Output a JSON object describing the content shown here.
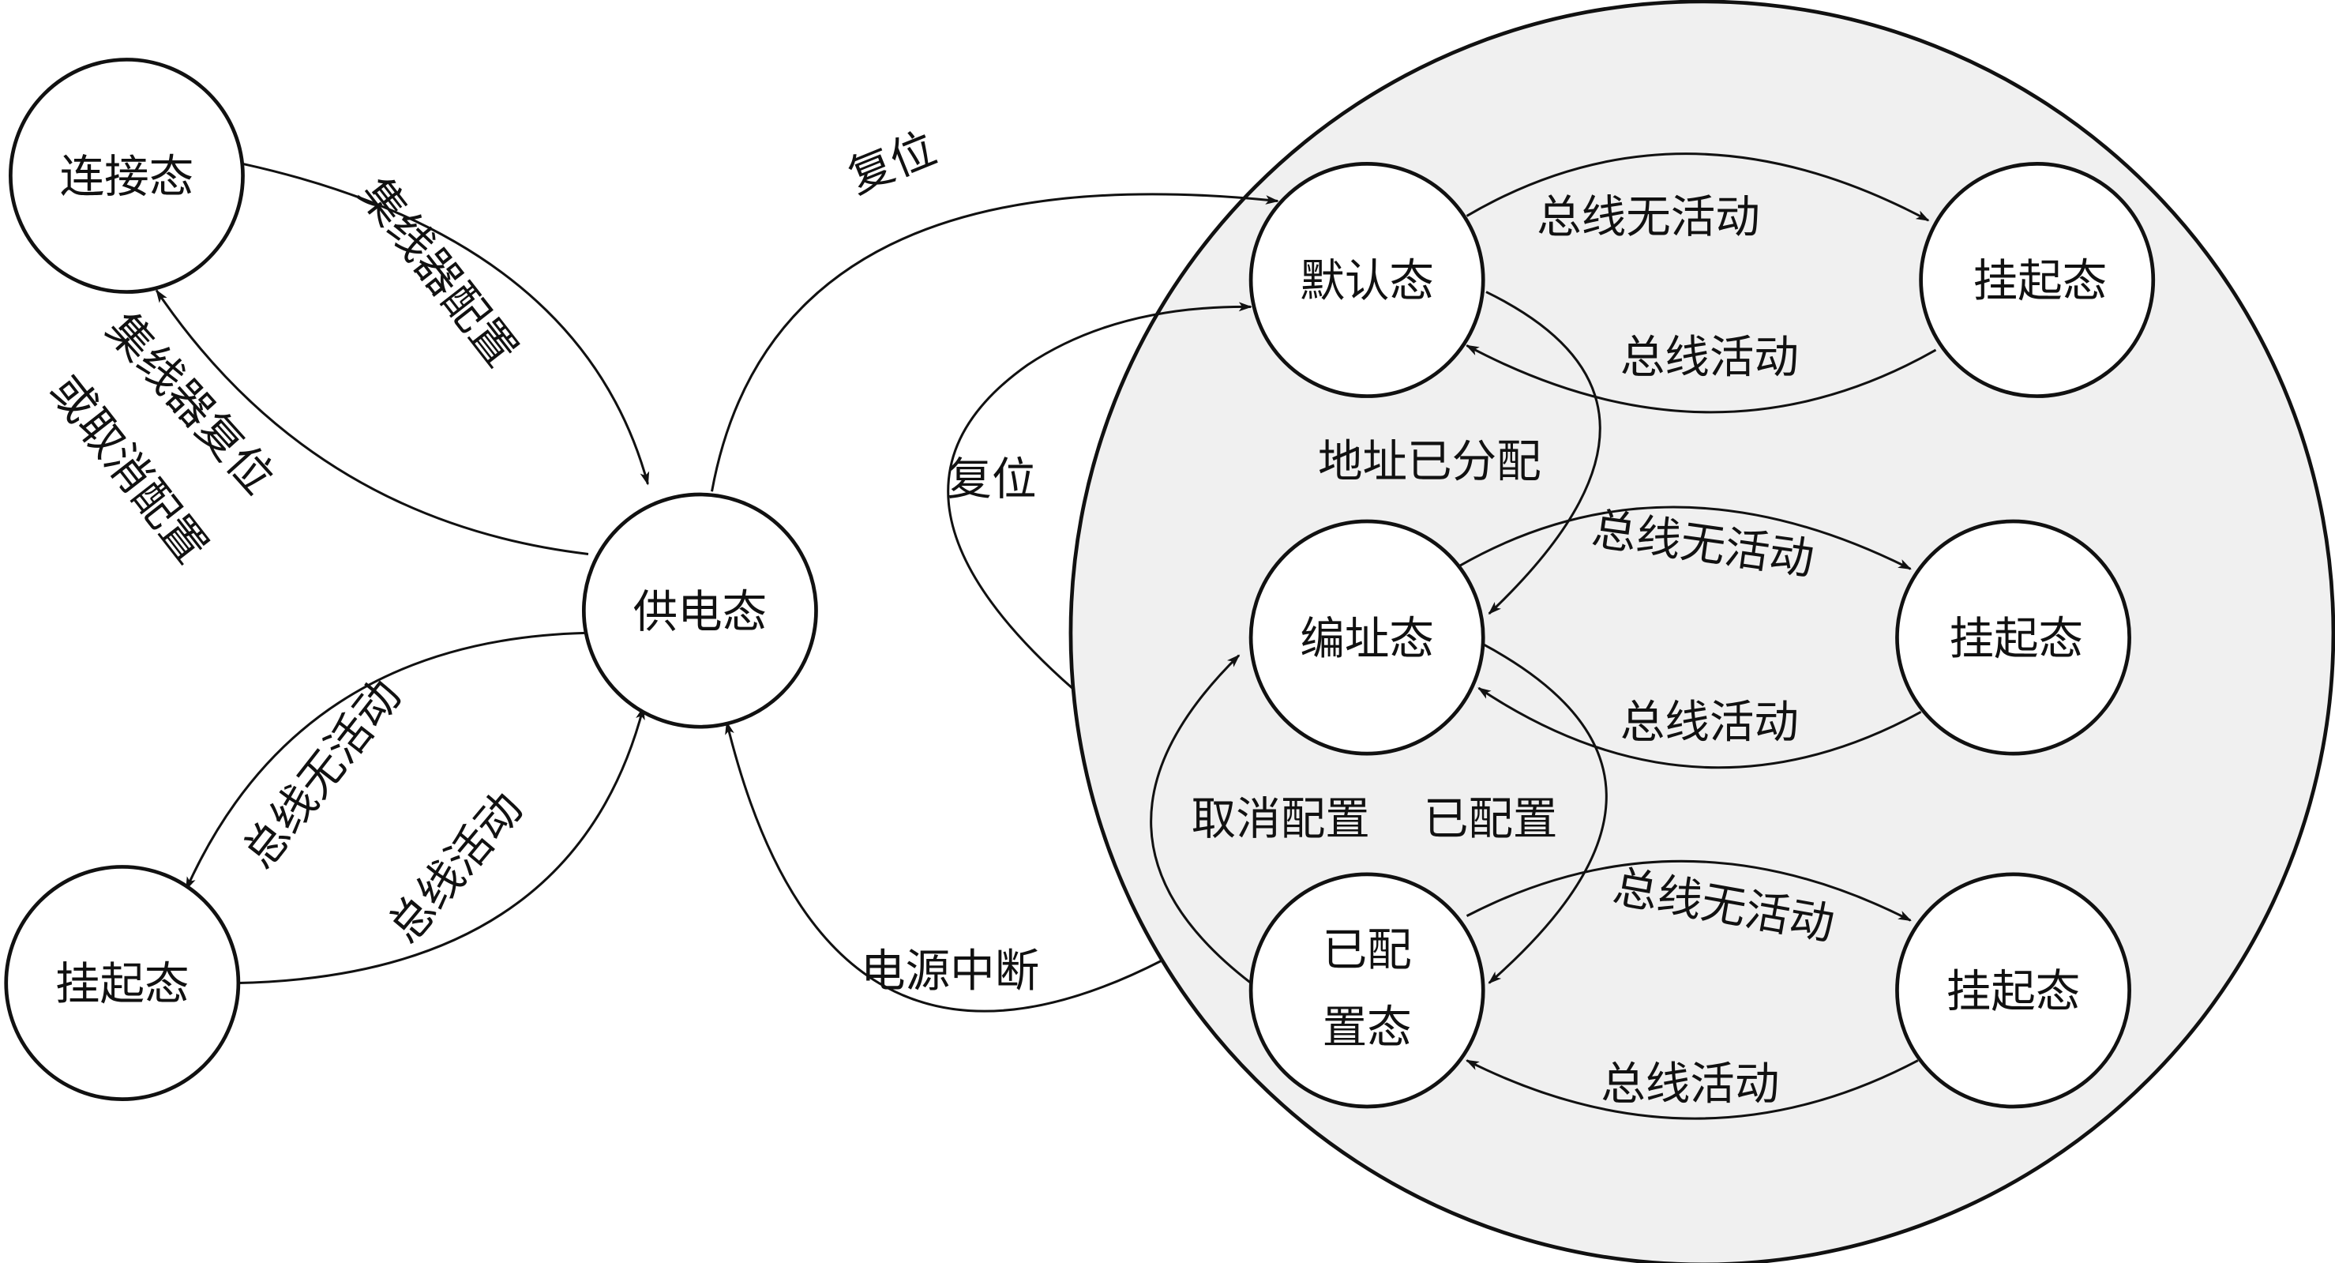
{
  "states": {
    "connected": "连接态",
    "powered": "供电态",
    "suspended_left": "挂起态",
    "default": "默认态",
    "suspended_default": "挂起态",
    "address": "编址态",
    "suspended_address": "挂起态",
    "configured_line1": "已配",
    "configured_line2": "置态",
    "suspended_configured": "挂起态"
  },
  "transitions": {
    "hub_configured": "集线器配置",
    "hub_reset_line1": "集线器复位",
    "hub_reset_line2": "或取消配置",
    "bus_inactive_left": "总线无活动",
    "bus_active_left": "总线活动",
    "reset_top": "复位",
    "reset_inner": "复位",
    "power_interruption": "电源中断",
    "bus_inactive_default": "总线无活动",
    "bus_active_default": "总线活动",
    "address_assigned": "地址已分配",
    "bus_inactive_address": "总线无活动",
    "bus_active_address": "总线活动",
    "deconfigured": "取消配置",
    "configured": "已配置",
    "bus_inactive_configured": "总线无活动",
    "bus_active_configured": "总线活动"
  }
}
